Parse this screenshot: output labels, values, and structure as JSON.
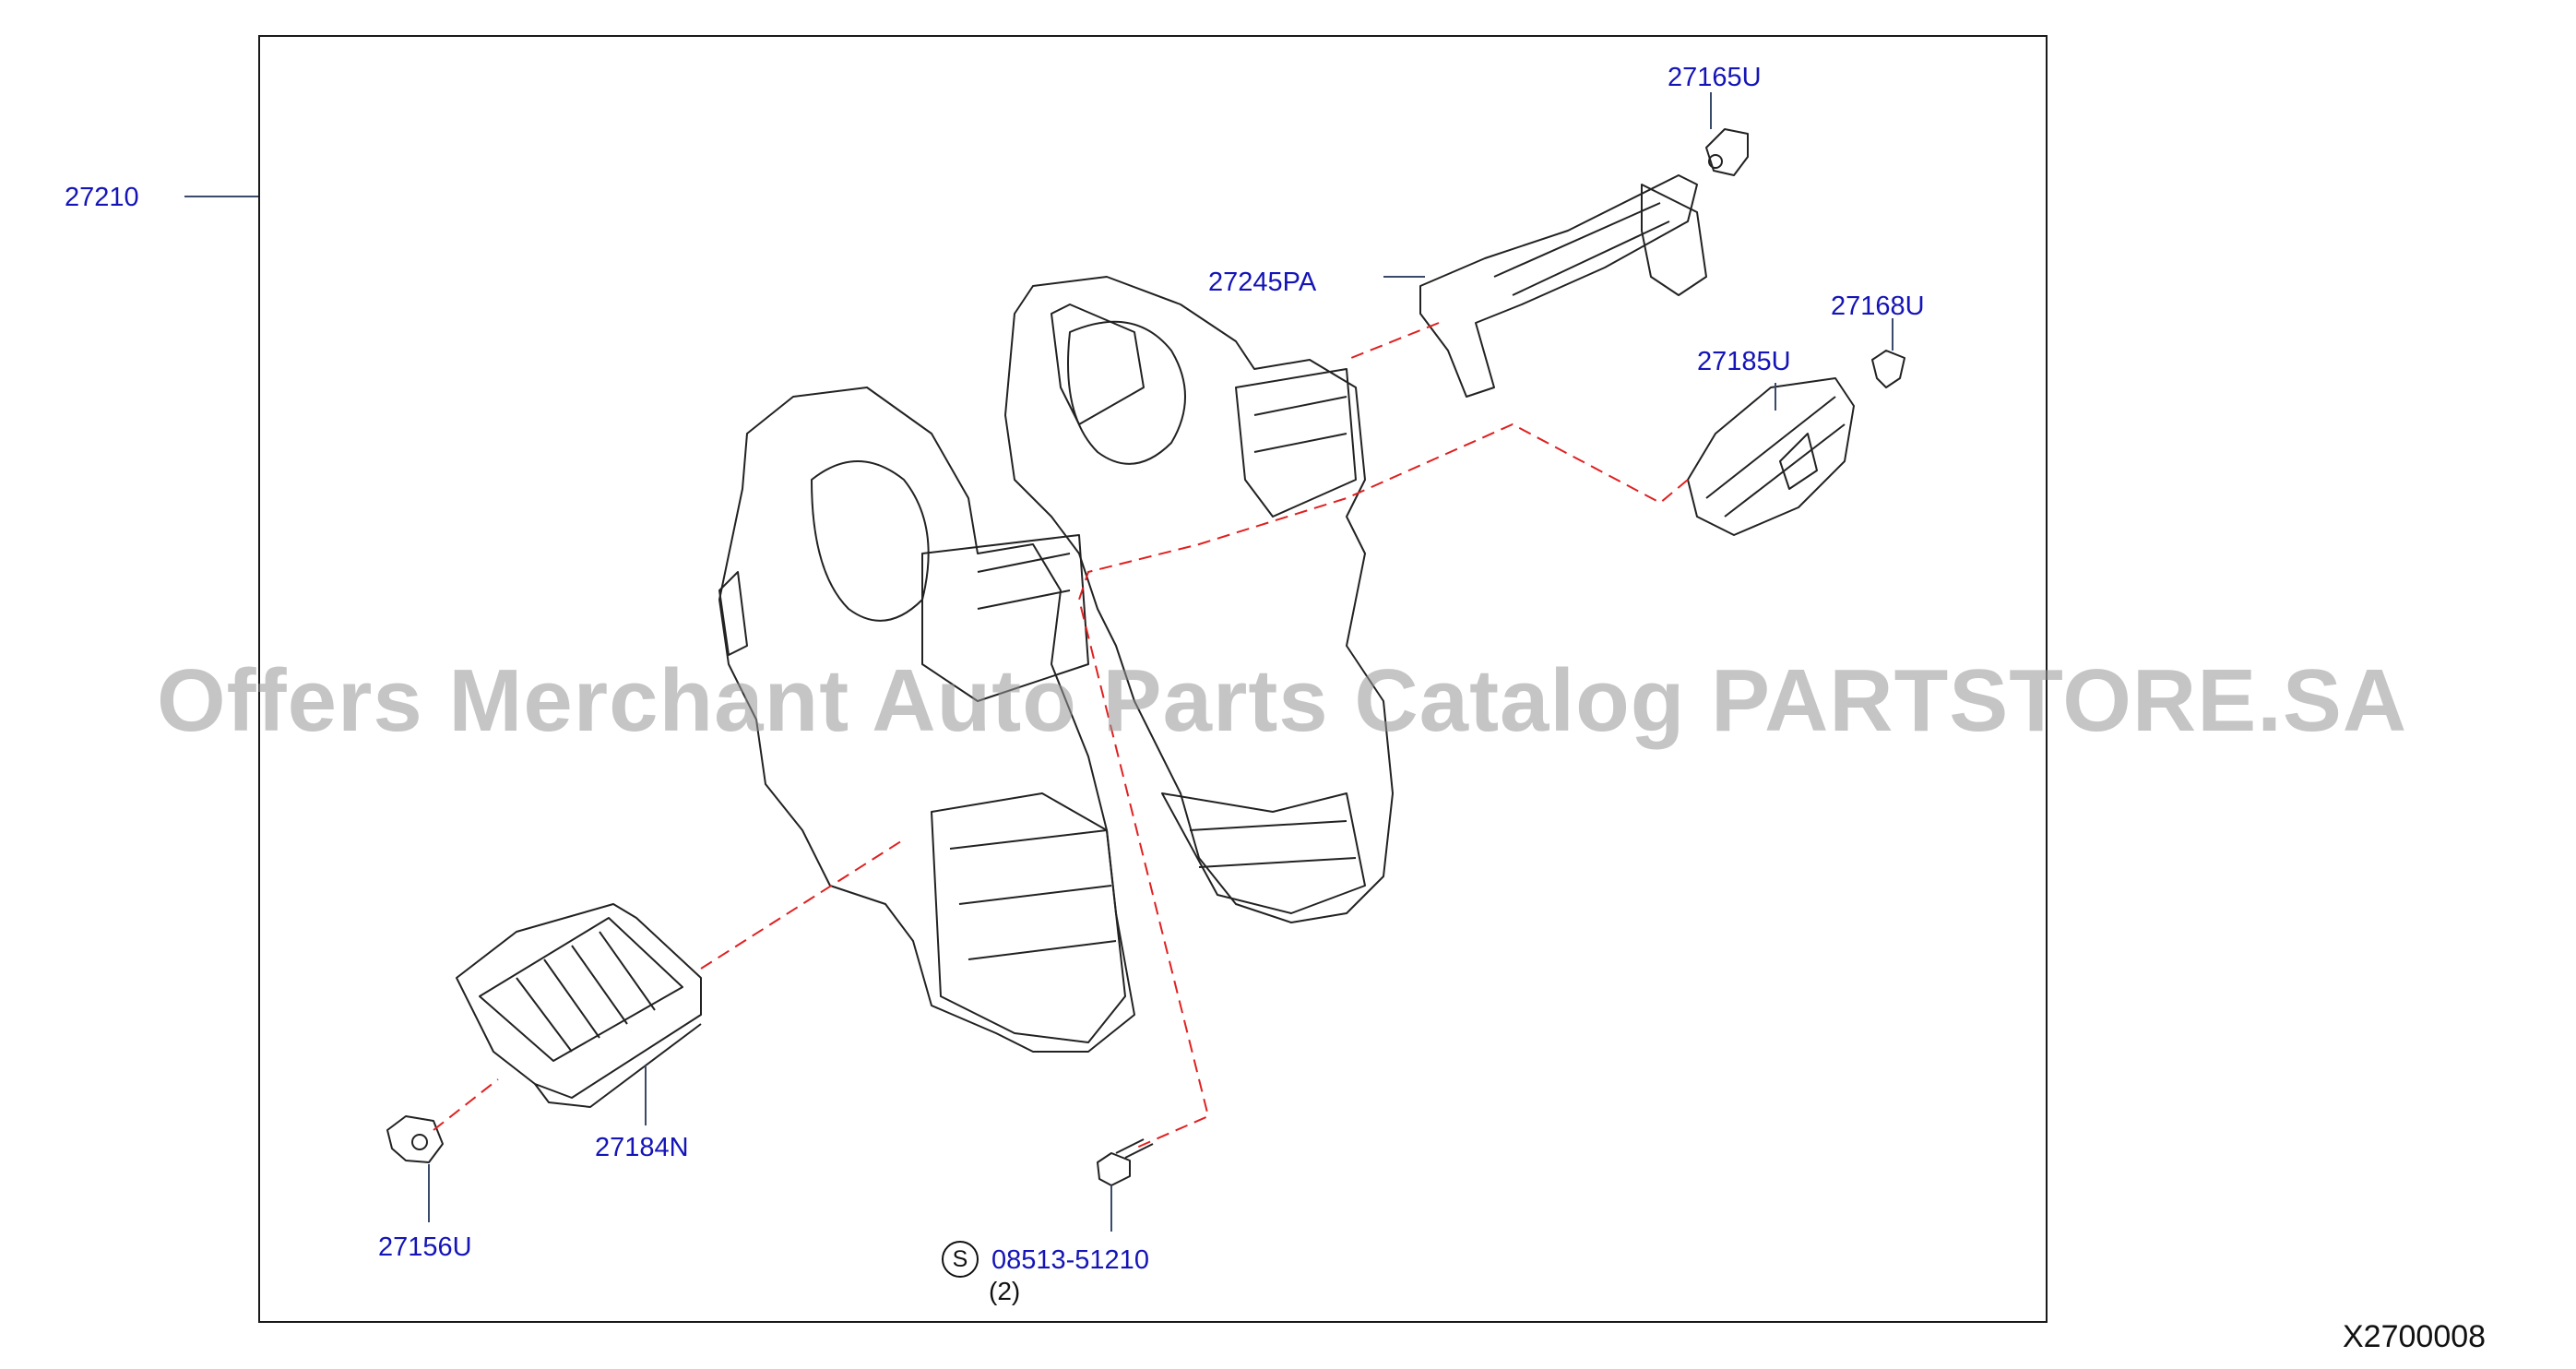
{
  "labels": {
    "p27210": "27210",
    "p27165u": "27165U",
    "p27245pa": "27245PA",
    "p27168u": "27168U",
    "p27185u": "27185U",
    "p27184n": "27184N",
    "p27156u": "27156U",
    "p08513": "08513-51210",
    "qty": "(2)",
    "s_mark": "S"
  },
  "watermark": "Offers Merchant Auto Parts Catalog PARTSTORE.SA",
  "diagram_code": "X2700008",
  "colors": {
    "label": "#1414b8",
    "leader_dash": "#e02020",
    "line": "#222222"
  }
}
